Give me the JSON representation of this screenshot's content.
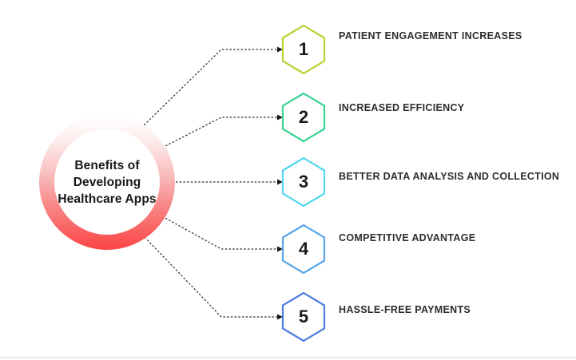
{
  "title": {
    "lines": [
      "Benefits of",
      "Developing",
      "Healthcare Apps"
    ]
  },
  "benefits": [
    {
      "number": "1",
      "label": "PATIENT ENGAGEMENT INCREASES",
      "color": "#b5d333"
    },
    {
      "number": "2",
      "label": "INCREASED EFFICIENCY",
      "color": "#3bd493"
    },
    {
      "number": "3",
      "label": "BETTER DATA ANALYSIS AND COLLECTION",
      "color": "#53d6f0"
    },
    {
      "number": "4",
      "label": "COMPETITIVE ADVANTAGE",
      "color": "#59a7e8"
    },
    {
      "number": "5",
      "label": "HASSLE-FREE PAYMENTS",
      "color": "#4c7ee0"
    }
  ],
  "colors": {
    "ring_red": "#fa4545",
    "connector": "#2b2b2b",
    "divider": "#e9e9e9"
  }
}
